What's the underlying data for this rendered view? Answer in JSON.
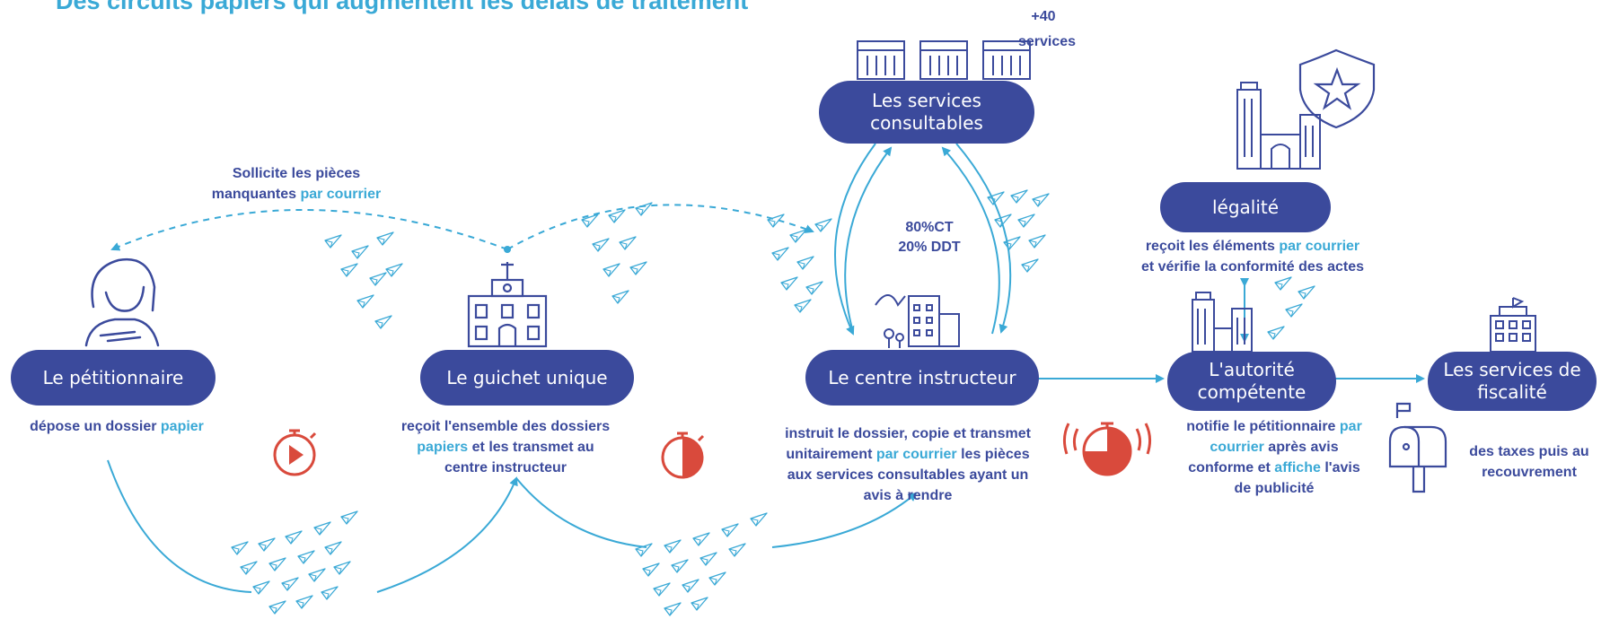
{
  "title": "Des circuits papiers qui augmentent les délais de traitement",
  "services_count": {
    "value": "+40",
    "unit": "services"
  },
  "nodes": {
    "petitionnaire": "Le pétitionnaire",
    "guichet": "Le guichet unique",
    "centre": "Le centre instructeur",
    "services_line1": "Les services",
    "services_line2": "consultables",
    "legalite": "légalité",
    "autorite_line1": "L'autorité",
    "autorite_line2": "compétente",
    "fiscalite_line1": "Les services de",
    "fiscalite_line2": "fiscalité"
  },
  "sollicite": {
    "line1": "Sollicite  les pièces",
    "line2_a": "manquantes ",
    "line2_b": "par courrier"
  },
  "split": {
    "ct": "80%CT",
    "ddt": "20% DDT"
  },
  "descriptions": {
    "petitionnaire": {
      "a": "dépose un dossier ",
      "b": "papier"
    },
    "guichet": {
      "l1": "reçoit l'ensemble des dossiers",
      "l2_hl": "papiers",
      "l2": " et les transmet au",
      "l3": "centre instructeur"
    },
    "centre": {
      "l1": "instruit le dossier, copie et transmet",
      "l2_a": "unitairement ",
      "l2_hl": "par courrier",
      "l2_b": " les pièces",
      "l3": "aux services consultables ayant un",
      "l4": "avis à rendre"
    },
    "legalite": {
      "l1_a": "reçoit les éléments ",
      "l1_hl": "par courrier",
      "l2": "et vérifie la conformité des actes"
    },
    "autorite": {
      "l1_a": "notifie le pétitionnaire ",
      "l1_hl": "par",
      "l2_hl": "courrier",
      "l2": " après avis",
      "l3_a": "conforme et ",
      "l3_hl": "affiche",
      "l3_b": " l'avis",
      "l4": "de publicité"
    },
    "fiscalite": {
      "l1": "des taxes puis au",
      "l2": "recouvrement"
    }
  },
  "icons": [
    "person-icon",
    "townhall-icon",
    "city-icon",
    "buildings-icon",
    "courthouse-icon",
    "star-shield-icon",
    "office-icon",
    "mailbox-icon",
    "stopwatch-icon",
    "paper-plane-icon"
  ],
  "colors": {
    "node": "#3b4a9c",
    "accent": "#3aa9d6",
    "timer": "#d94a3c",
    "text": "#3b4a9c"
  }
}
